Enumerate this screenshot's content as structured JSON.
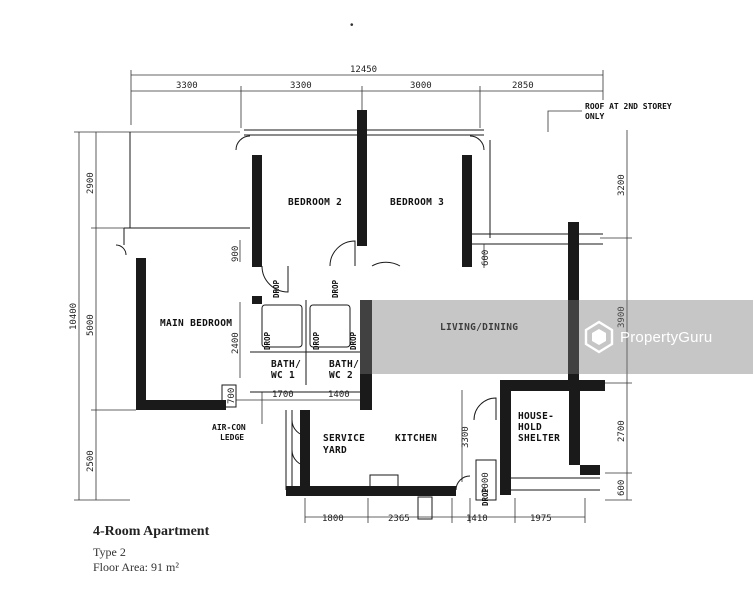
{
  "top_mark": "•",
  "caption": {
    "title": "4-Room Apartment",
    "type": "Type 2",
    "floor_area": "Floor Area: 91 m²"
  },
  "rooms": {
    "bedroom_2": "BEDROOM 2",
    "bedroom_3": "BEDROOM 3",
    "main_bedroom": "MAIN BEDROOM",
    "living_dining": "LIVING/DINING",
    "bath_wc_1_a": "BATH/",
    "bath_wc_1_b": "WC 1",
    "bath_wc_2_a": "BATH/",
    "bath_wc_2_b": "WC 2",
    "service_yard_a": "SERVICE",
    "service_yard_b": "YARD",
    "kitchen": "KITCHEN",
    "shelter_a": "HOUSE-",
    "shelter_b": "HOLD",
    "shelter_c": "SHELTER"
  },
  "notes": {
    "roof_a": "ROOF AT 2ND STOREY",
    "roof_b": "ONLY",
    "aircon_a": "AIR-CON",
    "aircon_b": "LEDGE",
    "drop": "DROP"
  },
  "dimensions": {
    "overall_width": "12450",
    "top_1": "3300",
    "top_2": "3300",
    "top_3": "3000",
    "top_4": "2850",
    "overall_height": "10400",
    "left_1": "2900",
    "left_2": "5000",
    "left_3": "2500",
    "right_1": "3200",
    "right_2": "3900",
    "right_3": "2700",
    "right_4": "600",
    "bottom_1": "1800",
    "bottom_2": "2365",
    "bottom_3": "1410",
    "bottom_4": "1975",
    "inner_900": "900",
    "inner_600": "600",
    "inner_2400": "2400",
    "inner_700": "700",
    "inner_1700": "1700",
    "inner_1400": "1400",
    "inner_3300": "3300",
    "inner_1000": "1000"
  },
  "watermark": {
    "text": "PropertyGuru",
    "logo_icon": "propertyguru-logo-icon"
  }
}
